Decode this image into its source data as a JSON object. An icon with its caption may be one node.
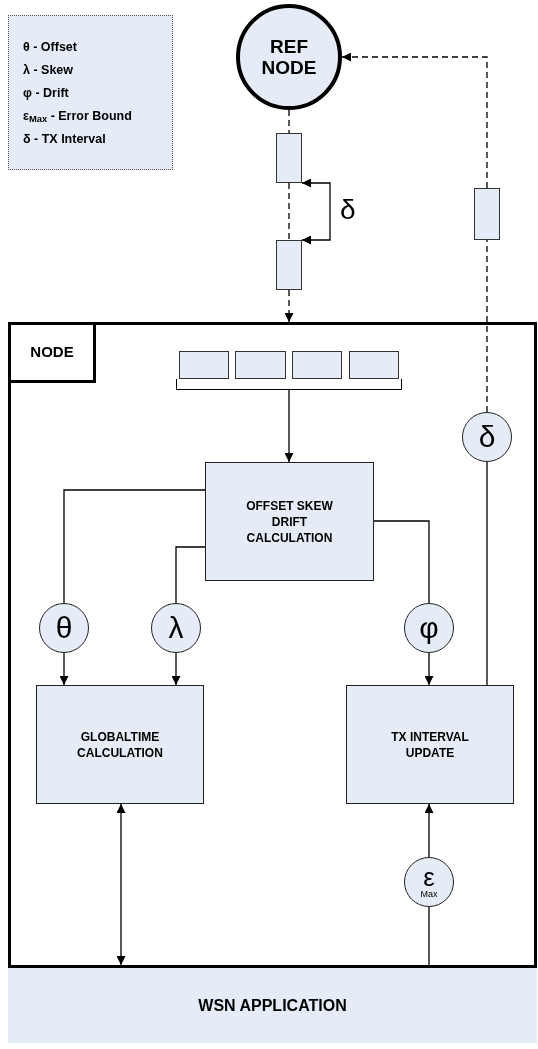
{
  "diagram": {
    "nodes": [
      {
        "text": [
          "REF NODE"
        ]
      },
      {
        "text": [],
        "shape": "box"
      },
      {
        "text": [],
        "shape": "box"
      },
      {
        "text": [],
        "shape": "box"
      },
      {
        "text": [
          "NODE"
        ]
      },
      {
        "text": [],
        "shape": "box",
        "in": 4
      },
      {
        "text": [],
        "shape": "box",
        "in": 4
      },
      {
        "text": [],
        "shape": "box",
        "in": 4
      },
      {
        "text": [],
        "shape": "box",
        "in": 4
      },
      {
        "text": [],
        "shape": "bar",
        "in": 4
      },
      {
        "text": [
          "OFFSET SKEW DRIFT CALCULATION"
        ],
        "in": 4
      },
      {
        "text": [
          "δ"
        ],
        "in": 4
      },
      {
        "text": [
          "θ"
        ],
        "in": 4
      },
      {
        "text": [
          "λ"
        ],
        "in": 4
      },
      {
        "text": [
          "φ"
        ],
        "in": 4
      },
      {
        "text": [
          "GLOBALTIME CALCULATION"
        ],
        "in": 4
      },
      {
        "text": [
          "TX INTERVAL UPDATE"
        ],
        "in": 4
      },
      {
        "text": [
          "ε",
          "Max"
        ],
        "in": 4
      },
      {
        "text": [
          "WSN APPLICATION"
        ],
        "in": 4
      }
    ],
    "edges": [
      {
        "from": 0,
        "to": 1,
        "arrow": "none",
        "style": "dashed"
      },
      {
        "from": 1,
        "to": 2,
        "arrow": "none",
        "style": "dashed"
      },
      {
        "from": 1,
        "to": 2,
        "arrow": "both",
        "label": "δ"
      },
      {
        "from": 2,
        "to": 4,
        "arrow": "to",
        "style": "dashed"
      },
      {
        "from": 16,
        "to": 11,
        "arrow": "none"
      },
      {
        "from": 11,
        "to": 3,
        "arrow": "none",
        "style": "dashed"
      },
      {
        "from": 3,
        "to": 0,
        "arrow": "to",
        "style": "dashed"
      },
      {
        "from": 9,
        "to": 10,
        "arrow": "to"
      },
      {
        "from": 10,
        "to": 12,
        "arrow": "none"
      },
      {
        "from": 10,
        "to": 13,
        "arrow": "none"
      },
      {
        "from": 10,
        "to": 14,
        "arrow": "none"
      },
      {
        "from": 12,
        "to": 15,
        "arrow": "to"
      },
      {
        "from": 13,
        "to": 15,
        "arrow": "to"
      },
      {
        "from": 14,
        "to": 16,
        "arrow": "to"
      },
      {
        "from": 15,
        "to": 18,
        "arrow": "both"
      },
      {
        "from": 18,
        "to": 17,
        "arrow": "none"
      },
      {
        "from": 17,
        "to": 16,
        "arrow": "to"
      }
    ],
    "legend": [
      {
        "text": "θ - Offset"
      },
      {
        "text": "λ - Skew"
      },
      {
        "text": "φ - Drift"
      },
      {
        "text": "ε$_{Max}$ - Error Bound"
      },
      {
        "text": "δ - TX Interval"
      }
    ]
  }
}
